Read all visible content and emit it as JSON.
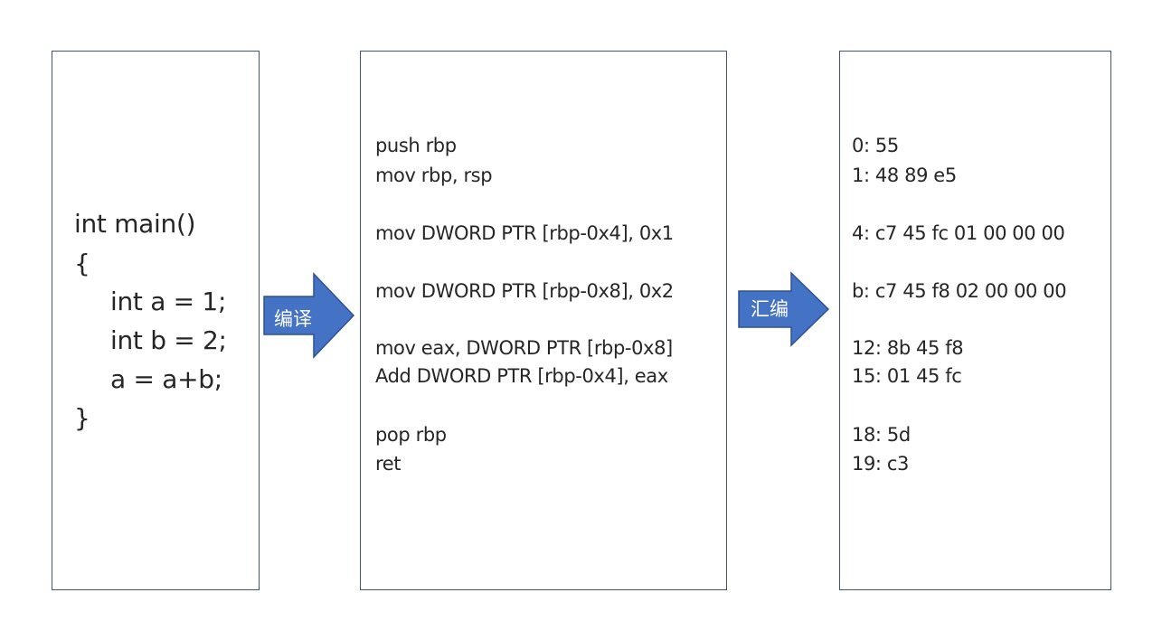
{
  "colors": {
    "box_border": "#44546A",
    "arrow_fill": "#4472C4",
    "arrow_stroke": "#2F528F",
    "text": "#262626",
    "arrow_text": "#FFFFFF"
  },
  "source_code": {
    "lines": [
      "int main()",
      "{",
      "int a = 1;",
      "int b = 2;",
      "a = a+b;",
      "}"
    ]
  },
  "arrow_compile": {
    "label": "编译",
    "icon": "right-arrow-icon"
  },
  "assembly": {
    "lines": [
      "push rbp",
      "mov rbp, rsp",
      "mov DWORD PTR [rbp-0x4], 0x1",
      "mov DWORD PTR [rbp-0x8], 0x2",
      "mov eax, DWORD PTR [rbp-0x8]",
      "Add DWORD PTR [rbp-0x4], eax",
      "pop rbp",
      "ret"
    ]
  },
  "arrow_assemble": {
    "label": "汇编",
    "icon": "right-arrow-icon"
  },
  "machine_code": {
    "lines": [
      "0: 55",
      "1: 48 89 e5",
      "4: c7 45 fc 01 00 00 00",
      "b: c7 45 f8 02 00 00 00",
      "12: 8b 45 f8",
      "15: 01 45 fc",
      "18: 5d",
      "19: c3"
    ]
  }
}
